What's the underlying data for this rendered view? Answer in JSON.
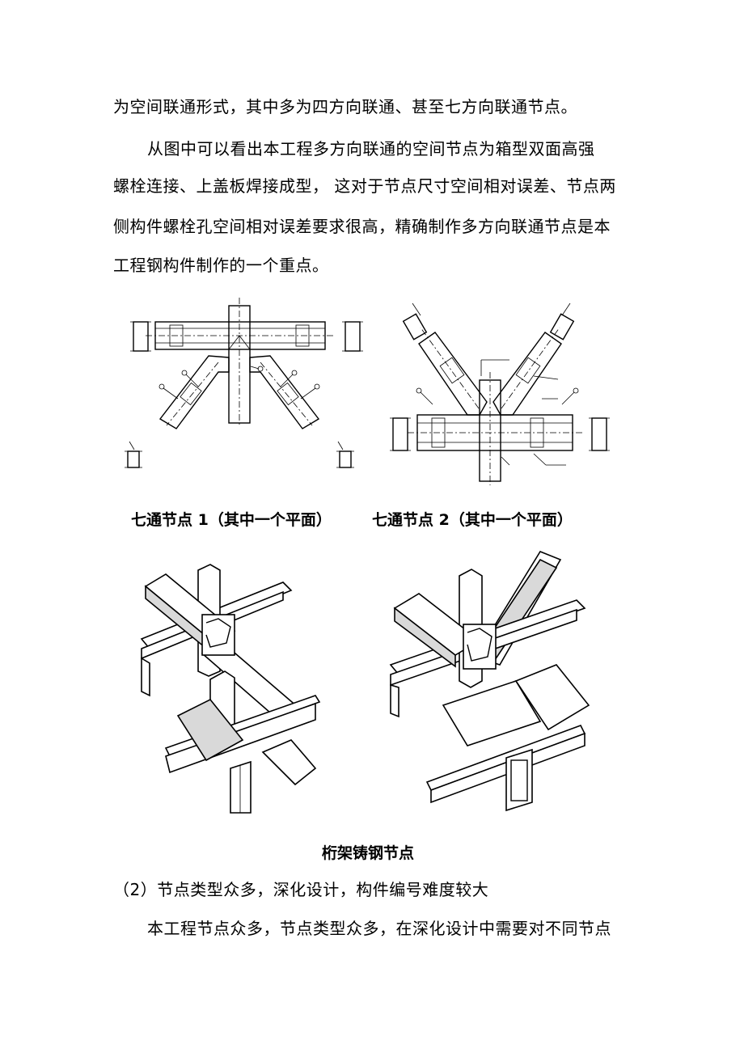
{
  "paragraph1": {
    "line1": "为空间联通形式，其中多为四方向联通、甚至七方向联通节点。",
    "line2": "从图中可以看出本工程多方向联通的空间节点为箱型双面高强",
    "line3": "螺栓连接、上盖板焊接成型，  这对于节点尺寸空间相对误差、节点两",
    "line4": "侧构件螺栓孔空间相对误差要求很高，精确制作多方向联通节点是本",
    "line5": "工程钢构件制作的一个重点。"
  },
  "figures": {
    "caption1": "七通节点 1（其中一个平面）",
    "caption2": "七通节点 2（其中一个平面）",
    "caption3": "桁架铸钢节点"
  },
  "section2": {
    "heading": "（2）节点类型众多，深化设计，构件编号难度较大",
    "line1": "本工程节点众多，节点类型众多，在深化设计中需要对不同节点"
  }
}
